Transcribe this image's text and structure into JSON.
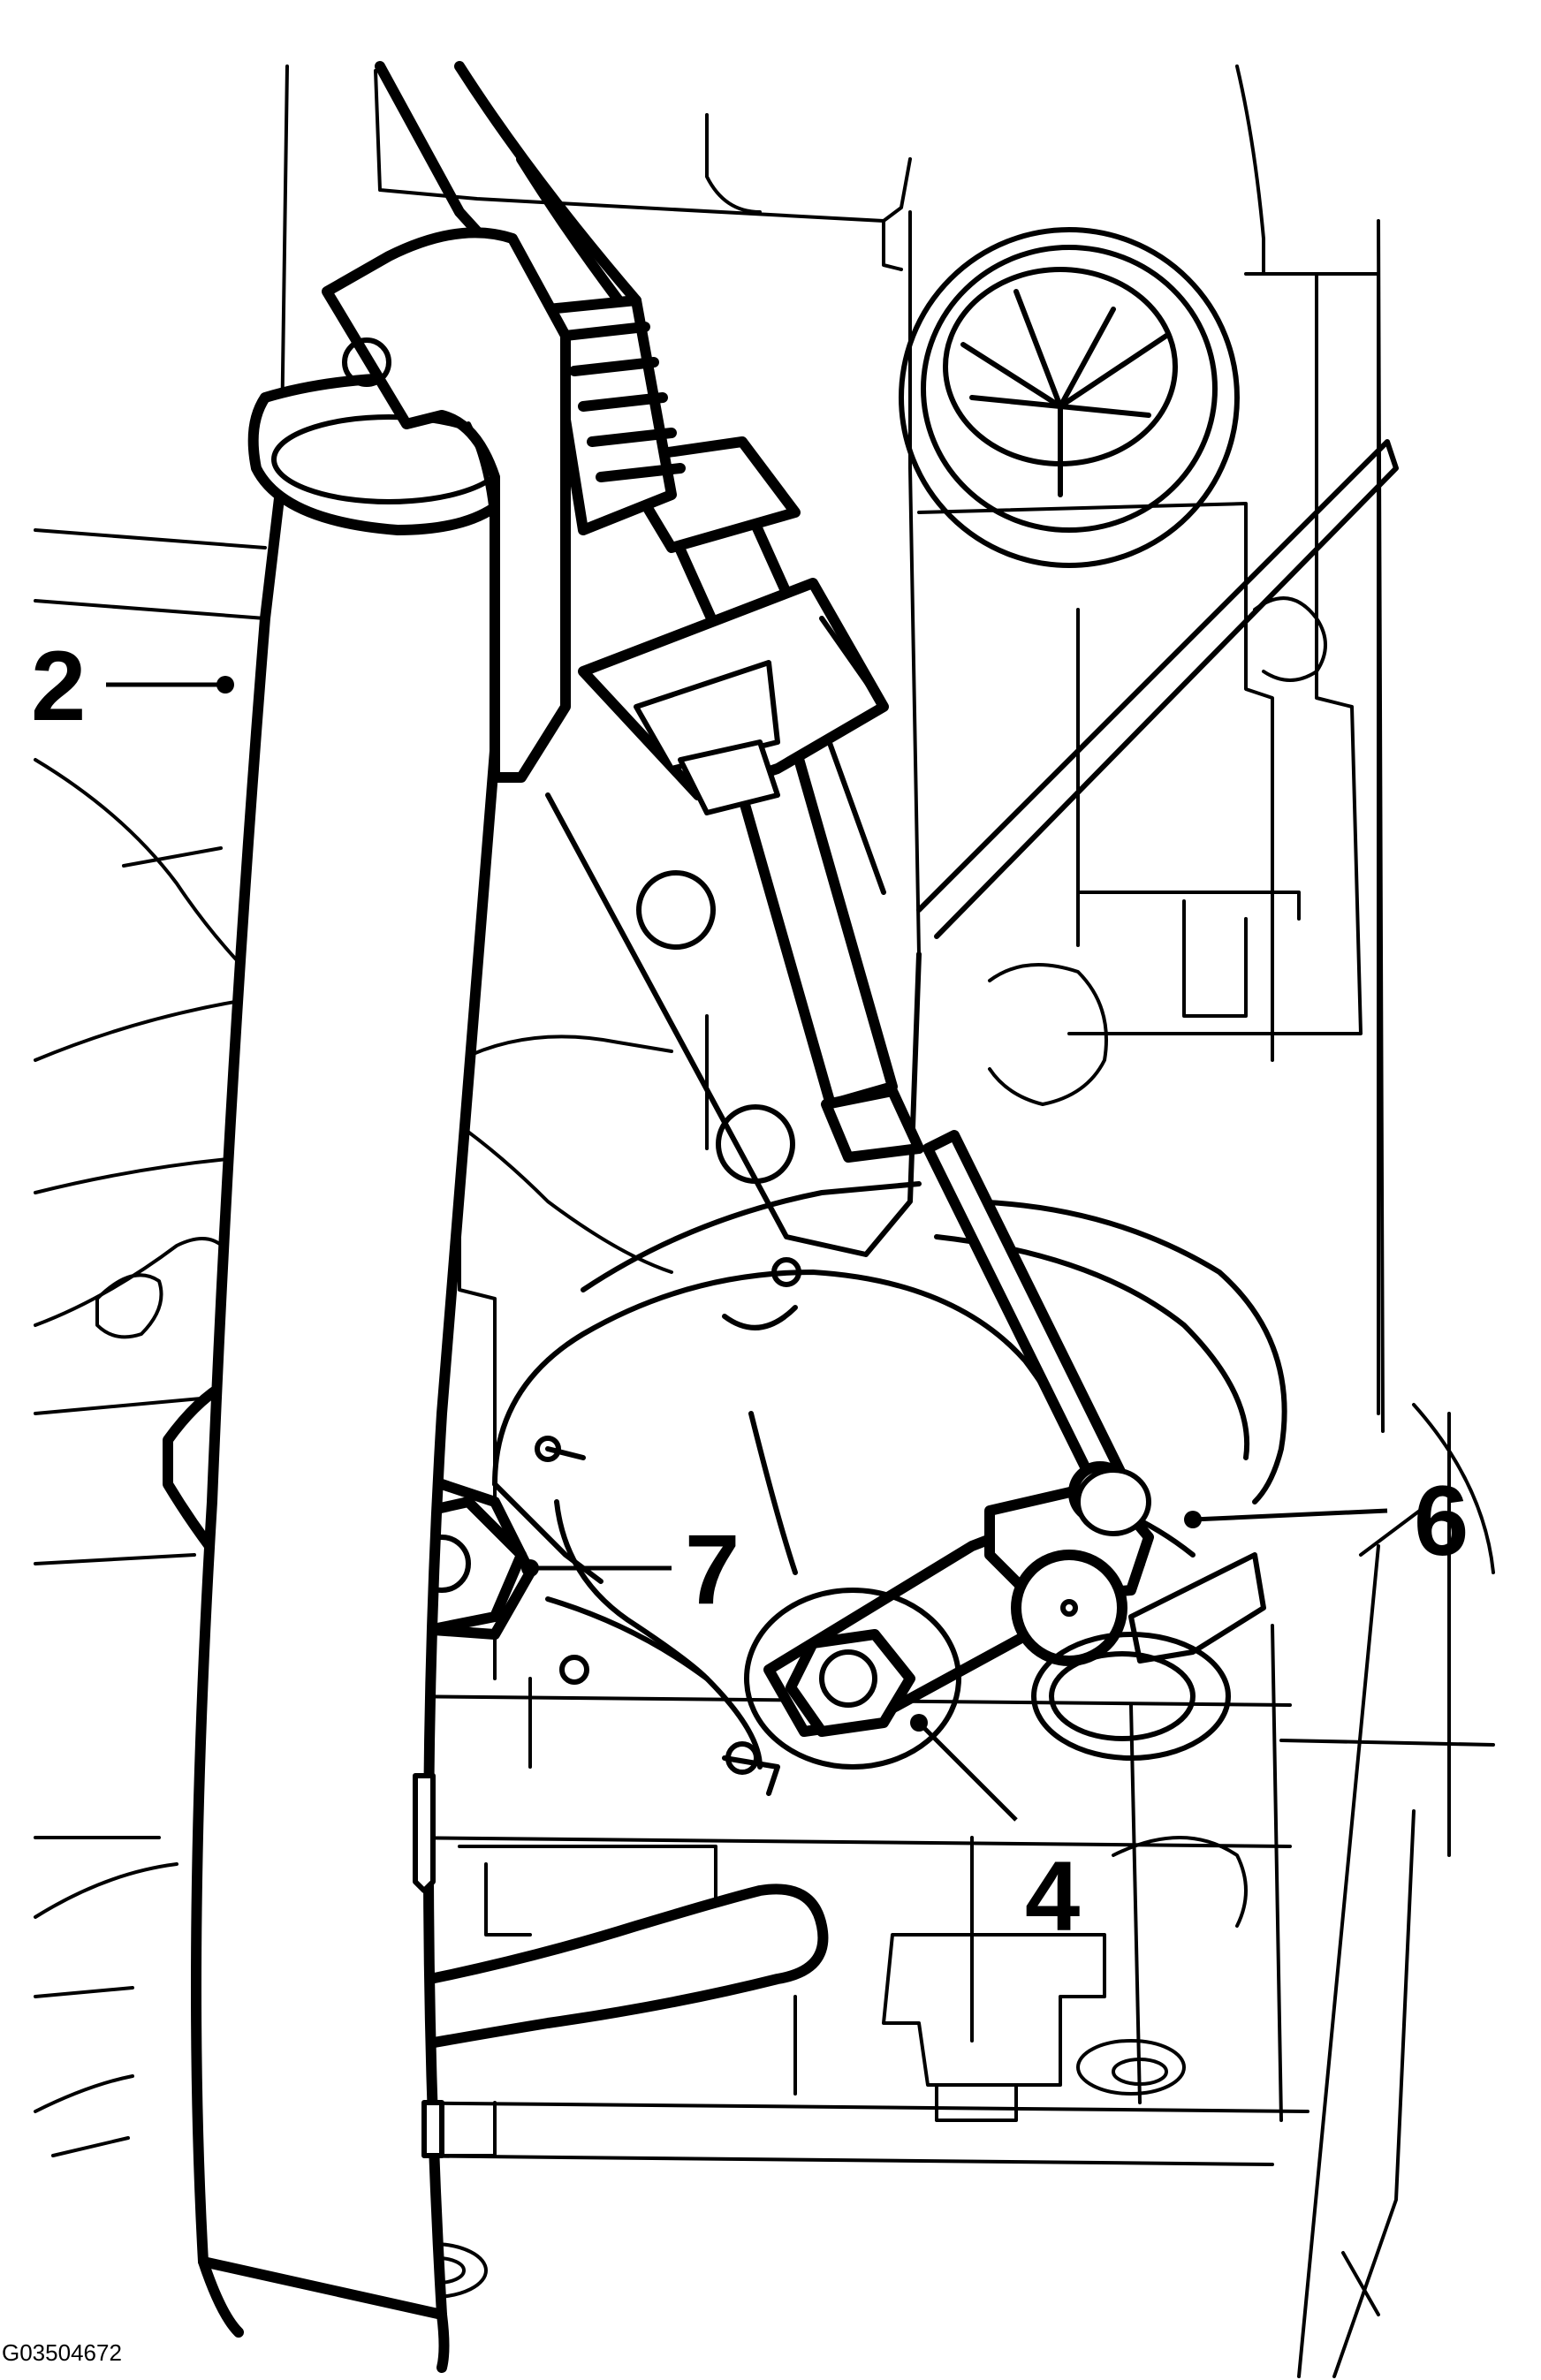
{
  "callouts": [
    {
      "id": "callout-2",
      "label": "2"
    },
    {
      "id": "callout-4",
      "label": "4"
    },
    {
      "id": "callout-6",
      "label": "6"
    },
    {
      "id": "callout-7",
      "label": "7"
    }
  ],
  "figure_id": "G03504672"
}
